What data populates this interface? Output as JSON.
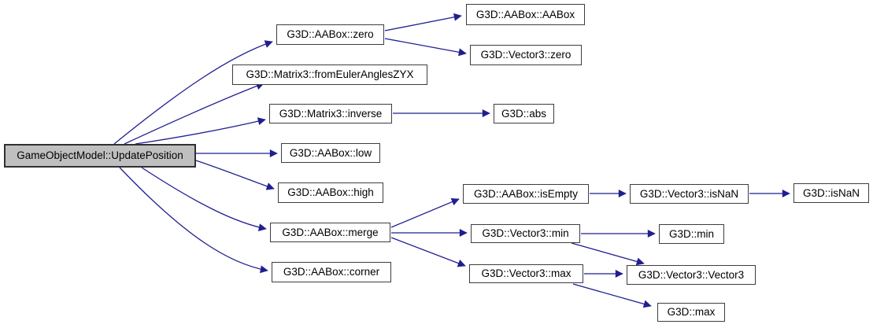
{
  "diagram": {
    "type": "call-graph",
    "background_color": "#ffffff",
    "edge_color": "#1f1f90",
    "node_fill_color": "#ffffff",
    "node_border_color": "#3d3d3d",
    "root_fill_color": "#bfbfbf",
    "text_color": "#000000"
  },
  "nodes": [
    {
      "id": "updateposition",
      "label": "GameObjectModel::UpdatePosition",
      "role": "root"
    },
    {
      "id": "aabox-zero",
      "label": "G3D::AABox::zero"
    },
    {
      "id": "aabox-aabox",
      "label": "G3D::AABox::AABox"
    },
    {
      "id": "vector3-zero",
      "label": "G3D::Vector3::zero"
    },
    {
      "id": "matrix3-fromeulerangleszyx",
      "label": "G3D::Matrix3::fromEulerAnglesZYX"
    },
    {
      "id": "matrix3-inverse",
      "label": "G3D::Matrix3::inverse"
    },
    {
      "id": "abs",
      "label": "G3D::abs"
    },
    {
      "id": "aabox-low",
      "label": "G3D::AABox::low"
    },
    {
      "id": "aabox-high",
      "label": "G3D::AABox::high"
    },
    {
      "id": "aabox-isempty",
      "label": "G3D::AABox::isEmpty"
    },
    {
      "id": "vector3-isnan",
      "label": "G3D::Vector3::isNaN"
    },
    {
      "id": "isnan",
      "label": "G3D::isNaN"
    },
    {
      "id": "aabox-merge",
      "label": "G3D::AABox::merge"
    },
    {
      "id": "vector3-min",
      "label": "G3D::Vector3::min"
    },
    {
      "id": "min",
      "label": "G3D::min"
    },
    {
      "id": "aabox-corner",
      "label": "G3D::AABox::corner"
    },
    {
      "id": "vector3-max",
      "label": "G3D::Vector3::max"
    },
    {
      "id": "vector3-vector3",
      "label": "G3D::Vector3::Vector3"
    },
    {
      "id": "max",
      "label": "G3D::max"
    }
  ],
  "edges": [
    {
      "from": "GameObjectModel::UpdatePosition",
      "to": "G3D::AABox::zero"
    },
    {
      "from": "GameObjectModel::UpdatePosition",
      "to": "G3D::Matrix3::fromEulerAnglesZYX"
    },
    {
      "from": "GameObjectModel::UpdatePosition",
      "to": "G3D::Matrix3::inverse"
    },
    {
      "from": "GameObjectModel::UpdatePosition",
      "to": "G3D::AABox::low"
    },
    {
      "from": "GameObjectModel::UpdatePosition",
      "to": "G3D::AABox::high"
    },
    {
      "from": "GameObjectModel::UpdatePosition",
      "to": "G3D::AABox::merge"
    },
    {
      "from": "GameObjectModel::UpdatePosition",
      "to": "G3D::AABox::corner"
    },
    {
      "from": "G3D::AABox::zero",
      "to": "G3D::AABox::AABox"
    },
    {
      "from": "G3D::AABox::zero",
      "to": "G3D::Vector3::zero"
    },
    {
      "from": "G3D::Matrix3::inverse",
      "to": "G3D::abs"
    },
    {
      "from": "G3D::AABox::merge",
      "to": "G3D::AABox::isEmpty"
    },
    {
      "from": "G3D::AABox::merge",
      "to": "G3D::Vector3::min"
    },
    {
      "from": "G3D::AABox::merge",
      "to": "G3D::Vector3::max"
    },
    {
      "from": "G3D::AABox::isEmpty",
      "to": "G3D::Vector3::isNaN"
    },
    {
      "from": "G3D::Vector3::isNaN",
      "to": "G3D::isNaN"
    },
    {
      "from": "G3D::Vector3::min",
      "to": "G3D::min"
    },
    {
      "from": "G3D::Vector3::min",
      "to": "G3D::Vector3::Vector3"
    },
    {
      "from": "G3D::Vector3::max",
      "to": "G3D::Vector3::Vector3"
    },
    {
      "from": "G3D::Vector3::max",
      "to": "G3D::max"
    }
  ]
}
